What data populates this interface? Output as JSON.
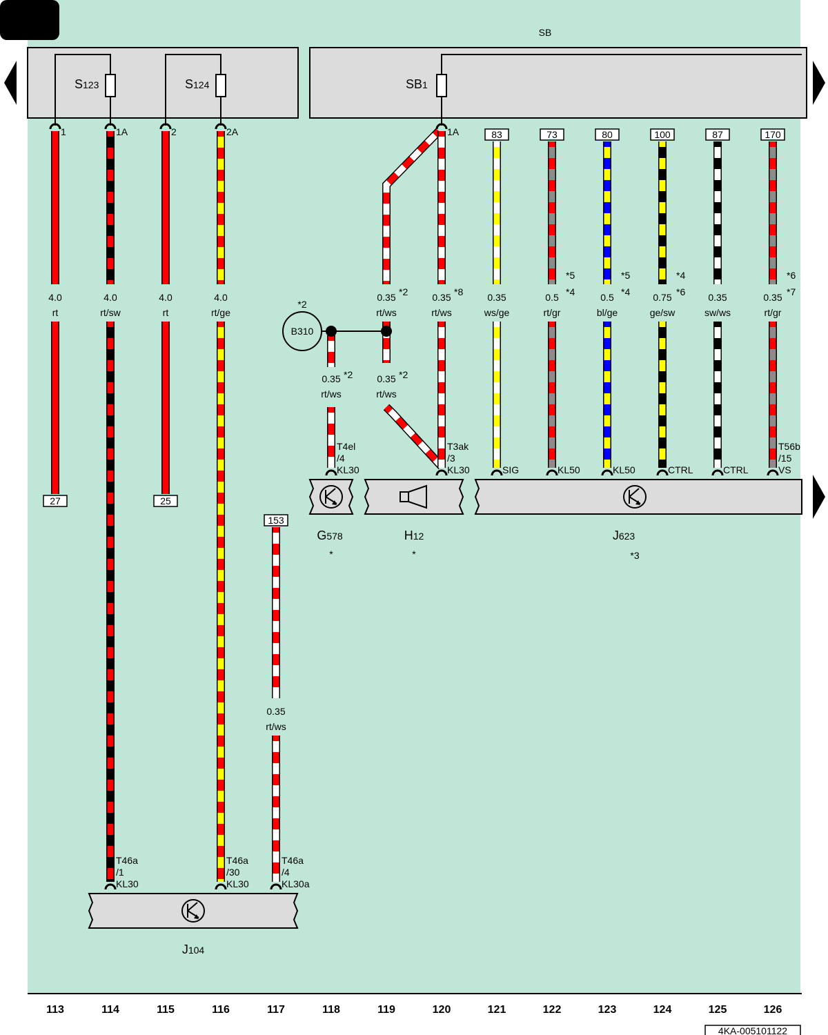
{
  "bus_label": "SB",
  "fuse_boxes": {
    "left": [
      {
        "name": "S",
        "sub": "123"
      },
      {
        "name": "S",
        "sub": "124"
      }
    ],
    "right": {
      "name": "SB",
      "sub": "1"
    }
  },
  "colors": {
    "background": "#c0e6d8",
    "box_fill": "#dcdcdc",
    "rt": "#ff0000",
    "ws": "#ffffff",
    "sw": "#000000",
    "ge": "#ffff00",
    "bl": "#0000ff",
    "gr": "#8c8c8c"
  },
  "wires": [
    {
      "top_pin": "1",
      "gauge": "4.0",
      "color": "rt",
      "bottom_ref": "27"
    },
    {
      "top_pin": "1A",
      "gauge": "4.0",
      "color": "rt/sw",
      "connector": "T46a",
      "pin": "/1",
      "terminal": "KL30"
    },
    {
      "top_pin": "2",
      "gauge": "4.0",
      "color": "rt",
      "bottom_ref": "25"
    },
    {
      "top_pin": "2A",
      "gauge": "4.0",
      "color": "rt/ge",
      "connector": "T46a",
      "pin": "/30",
      "terminal": "KL30"
    },
    {
      "top_ref": "153",
      "gauge": "0.35",
      "color": "rt/ws",
      "connector": "T46a",
      "pin": "/4",
      "terminal": "KL30a"
    },
    {
      "gauge": "0.35",
      "gauge_note": "*2",
      "color": "rt/ws",
      "connector": "T4el",
      "pin": "/4",
      "terminal": "KL30"
    },
    {
      "gauge": "0.35",
      "gauge_note": "*2",
      "color": "rt/ws",
      "lower_gauge": "0.35",
      "lower_note": "*2",
      "lower_color": "rt/ws"
    },
    {
      "top_pin": "1A",
      "gauge": "0.35",
      "gauge_note": "*8",
      "color": "rt/ws",
      "connector": "T3ak",
      "pin": "/3",
      "terminal": "KL30"
    },
    {
      "top_ref": "83",
      "gauge": "0.35",
      "color": "ws/ge",
      "terminal": "SIG"
    },
    {
      "top_ref": "73",
      "gauge": "0.5",
      "color": "rt/gr",
      "notes": [
        "*5",
        "*4"
      ],
      "terminal": "KL50"
    },
    {
      "top_ref": "80",
      "gauge": "0.5",
      "color": "bl/ge",
      "notes": [
        "*5",
        "*4"
      ],
      "terminal": "KL50"
    },
    {
      "top_ref": "100",
      "gauge": "0.75",
      "color": "ge/sw",
      "notes": [
        "*4",
        "*6"
      ],
      "terminal": "CTRL"
    },
    {
      "top_ref": "87",
      "gauge": "0.35",
      "color": "sw/ws",
      "terminal": "CTRL"
    },
    {
      "top_ref": "170",
      "gauge": "0.35",
      "color": "rt/gr",
      "notes": [
        "*6",
        "*7"
      ],
      "connector": "T56b",
      "pin": "/15",
      "terminal": "VS"
    }
  ],
  "components": {
    "b310": {
      "name": "B310",
      "note": "*2"
    },
    "g578": {
      "name": "G",
      "sub": "578",
      "note": "*"
    },
    "h12": {
      "name": "H",
      "sub": "12",
      "note": "*"
    },
    "j623": {
      "name": "J",
      "sub": "623",
      "note": "*3"
    },
    "j104": {
      "name": "J",
      "sub": "104"
    }
  },
  "column_numbers": [
    "113",
    "114",
    "115",
    "116",
    "117",
    "118",
    "119",
    "120",
    "121",
    "122",
    "123",
    "124",
    "125",
    "126"
  ],
  "doc_id": "4KA-005101122"
}
